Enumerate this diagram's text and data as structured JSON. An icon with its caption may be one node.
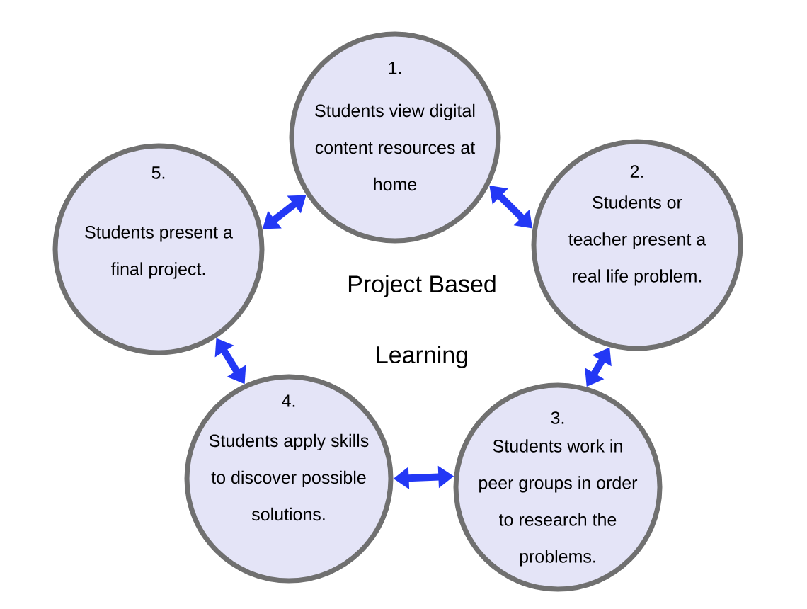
{
  "diagram": {
    "title": "Project Based Learning",
    "nodes": [
      {
        "text": [
          "1.",
          "Students view digital content resources at home"
        ]
      },
      {
        "text": [
          "2.",
          "Students or teacher present a real life problem."
        ]
      },
      {
        "text": [
          "3.",
          "Students work in peer groups in order to research the problems."
        ]
      },
      {
        "text": [
          "4.",
          "Students apply skills to discover possible solutions."
        ]
      },
      {
        "text": [
          "5.",
          "Students present a final project."
        ]
      }
    ],
    "edges": [
      {
        "from": 0,
        "to": 1,
        "arrow": "both"
      },
      {
        "from": 1,
        "to": 2,
        "arrow": "both"
      },
      {
        "from": 2,
        "to": 3,
        "arrow": "both"
      },
      {
        "from": 3,
        "to": 4,
        "arrow": "both"
      },
      {
        "from": 4,
        "to": 0,
        "arrow": "both"
      }
    ]
  }
}
